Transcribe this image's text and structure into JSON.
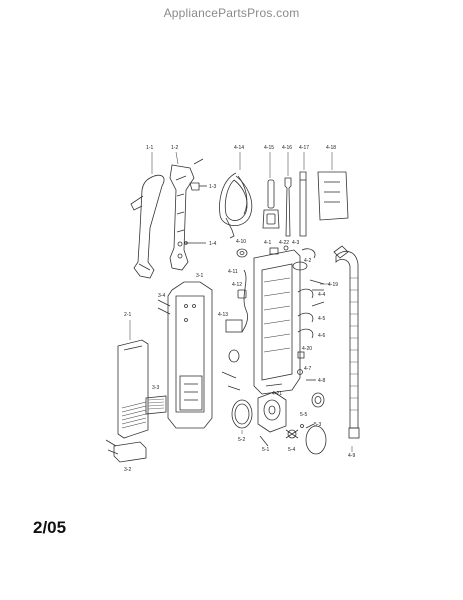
{
  "watermark": "AppliancePartsPros.com",
  "date_code": "2/05",
  "parts": {
    "p1_1": "1-1",
    "p1_2": "1-2",
    "p1_3": "1-3",
    "p1_4": "1-4",
    "p2_1": "2-1",
    "p3_1": "3-1",
    "p3_2": "3-2",
    "p3_3": "3-3",
    "p3_4": "3-4",
    "p4_1": "4-1",
    "p4_2": "4-2",
    "p4_3": "4-3",
    "p4_4": "4-4",
    "p4_5": "4-5",
    "p4_6": "4-6",
    "p4_7": "4-7",
    "p4_8": "4-8",
    "p4_9": "4-9",
    "p4_10": "4-10",
    "p4_11": "4-11",
    "p4_12": "4-12",
    "p4_13": "4-13",
    "p4_14": "4-14",
    "p4_15": "4-15",
    "p4_16": "4-16",
    "p4_17": "4-17",
    "p4_18": "4-18",
    "p4_19": "4-19",
    "p4_20": "4-20",
    "p4_21": "4-21",
    "p4_22": "4-22",
    "p5_1": "5-1",
    "p5_2": "5-2",
    "p5_3": "5-3",
    "p5_4": "5-4",
    "p5_5": "5-5"
  }
}
